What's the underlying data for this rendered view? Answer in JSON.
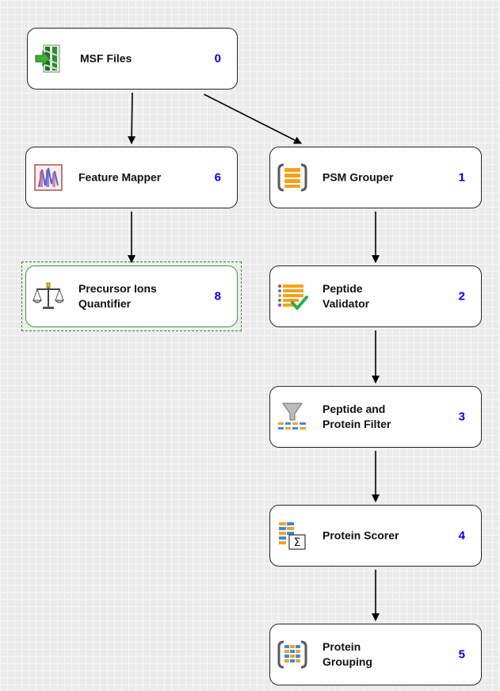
{
  "nodes": [
    {
      "id": "msf-files",
      "label": "MSF Files",
      "number": "0",
      "icon": "msf-files-icon"
    },
    {
      "id": "feature-mapper",
      "label": "Feature Mapper",
      "number": "6",
      "icon": "feature-mapper-icon"
    },
    {
      "id": "psm-grouper",
      "label": "PSM Grouper",
      "number": "1",
      "icon": "psm-grouper-icon"
    },
    {
      "id": "precursor-ions-quantifier",
      "label": "Precursor Ions\nQuantifier",
      "number": "8",
      "icon": "balance-scale-icon",
      "selected": true
    },
    {
      "id": "peptide-validator",
      "label": "Peptide\nValidator",
      "number": "2",
      "icon": "peptide-validator-icon"
    },
    {
      "id": "peptide-protein-filter",
      "label": "Peptide and\nProtein Filter",
      "number": "3",
      "icon": "funnel-filter-icon"
    },
    {
      "id": "protein-scorer",
      "label": "Protein Scorer",
      "number": "4",
      "icon": "protein-scorer-icon"
    },
    {
      "id": "protein-grouping",
      "label": "Protein\nGrouping",
      "number": "5",
      "icon": "protein-grouping-icon"
    }
  ],
  "edges": [
    {
      "from": "msf-files",
      "to": "feature-mapper"
    },
    {
      "from": "msf-files",
      "to": "psm-grouper"
    },
    {
      "from": "feature-mapper",
      "to": "precursor-ions-quantifier"
    },
    {
      "from": "psm-grouper",
      "to": "peptide-validator"
    },
    {
      "from": "peptide-validator",
      "to": "peptide-protein-filter"
    },
    {
      "from": "peptide-protein-filter",
      "to": "protein-scorer"
    },
    {
      "from": "protein-scorer",
      "to": "protein-grouping"
    }
  ],
  "colors": {
    "node_number": "#0000ee",
    "selected_border": "#3c9a3c",
    "edge": "#000000"
  }
}
